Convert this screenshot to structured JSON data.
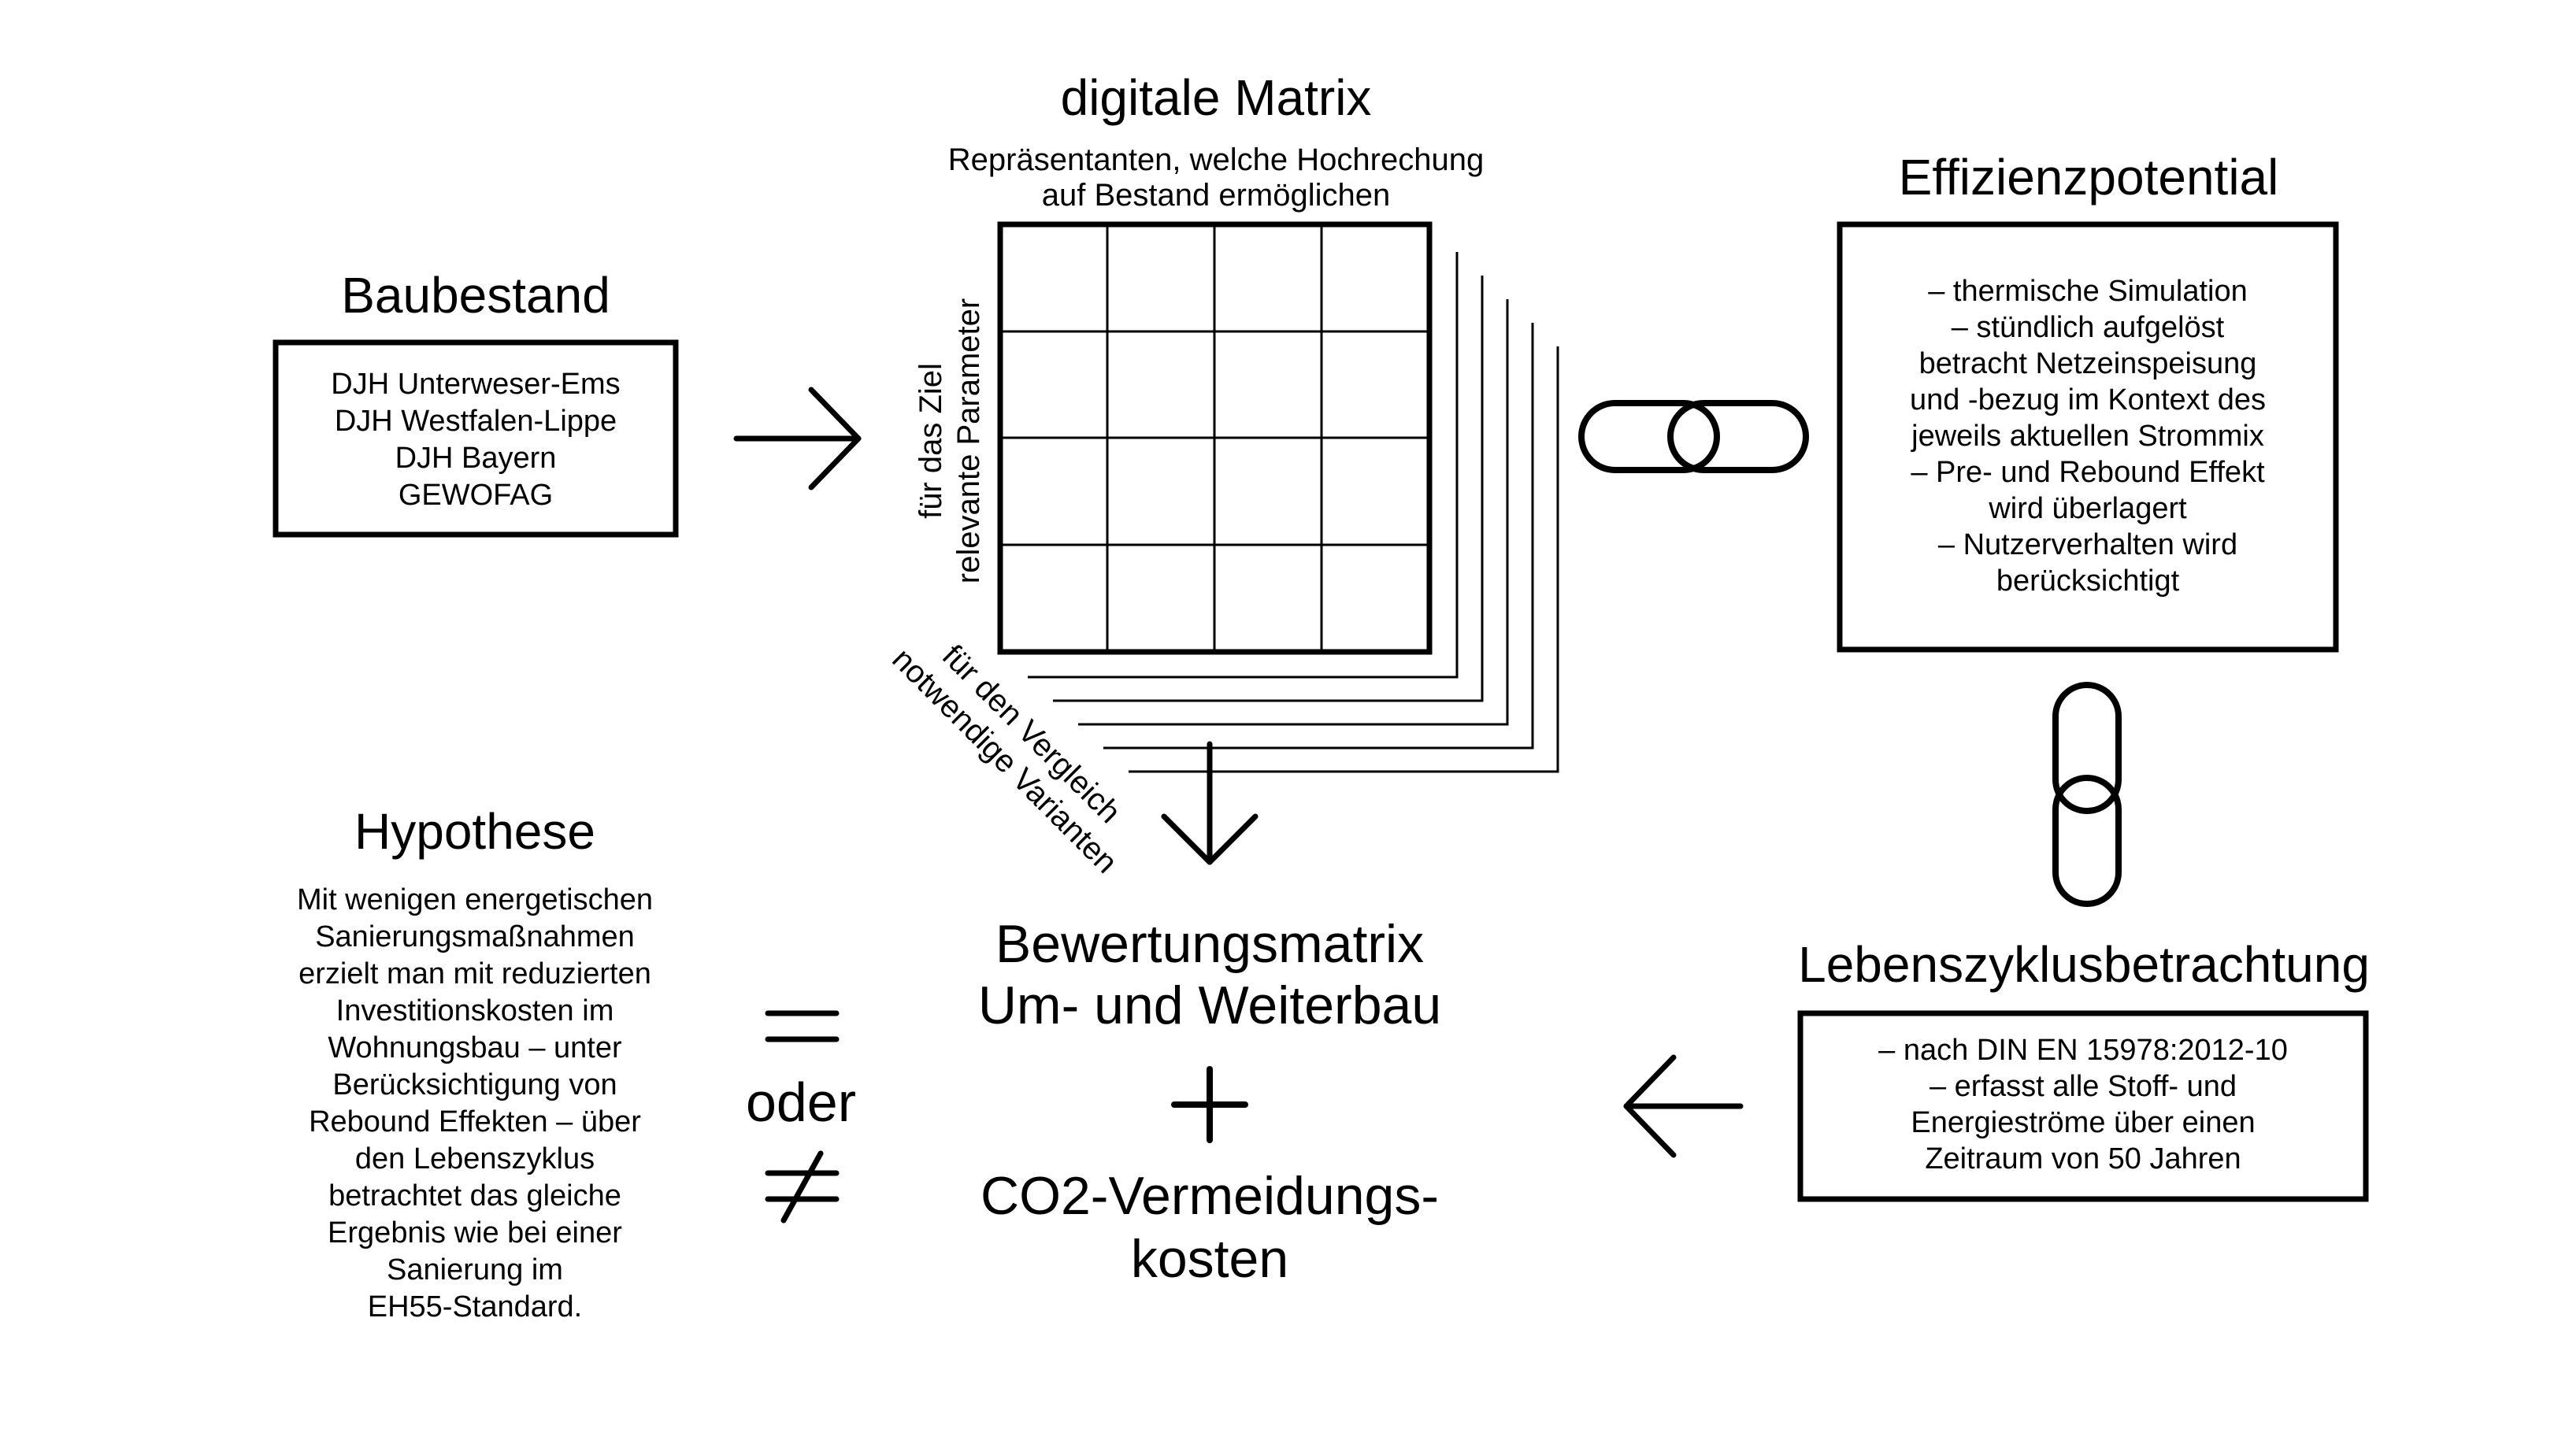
{
  "matrix": {
    "title": "digitale Matrix",
    "subtitle_lines": [
      "Repräsentanten, welche Hochrechung",
      "auf Bestand ermöglichen"
    ],
    "y_label_lines": [
      "für das Ziel",
      "relevante Parameter"
    ],
    "x_label_lines": [
      "für den Vergleich",
      "notwendige Varianten"
    ]
  },
  "baubestand": {
    "title": "Baubestand",
    "lines": [
      "DJH Unterweser-Ems",
      "DJH Westfalen-Lippe",
      "DJH Bayern",
      "GEWOFAG"
    ]
  },
  "effizienz": {
    "title": "Effizienzpotential",
    "lines": [
      "– thermische Simulation",
      "– stündlich aufgelöst",
      "betracht Netzeinspeisung",
      "und -bezug im Kontext des",
      "jeweils aktuellen Strommix",
      "– Pre- und Rebound Effekt",
      "wird überlagert",
      "– Nutzerverhalten wird",
      "berücksichtigt"
    ]
  },
  "lebenszyklus": {
    "title": "Lebenszyklusbetrachtung",
    "lines": [
      "– nach DIN EN 15978:2012-10",
      "– erfasst alle Stoff- und",
      "Energieströme über einen",
      "Zeitraum von 50 Jahren"
    ]
  },
  "hypothese": {
    "title": "Hypothese",
    "lines": [
      "Mit wenigen energetischen",
      "Sanierungsmaßnahmen",
      "erzielt man mit reduzierten",
      "Investitionskosten im",
      "Wohnungsbau – unter",
      "Berücksichtigung von",
      "Rebound Effekten – über",
      "den Lebenszyklus",
      "betrachtet das gleiche",
      "Ergebnis wie bei einer",
      "Sanierung im",
      "EH55-Standard."
    ]
  },
  "comparison": {
    "equals": "=",
    "oder": "oder",
    "not_equals": "≠"
  },
  "bewertung": {
    "lines": [
      "Bewertungsmatrix",
      "Um- und Weiterbau"
    ],
    "plus": "+",
    "co2_lines": [
      "CO2-Vermeidungs-",
      "kosten"
    ]
  },
  "icons": [
    "arrow-right-icon",
    "arrow-down-icon",
    "arrow-left-icon",
    "chain-link-horizontal-icon",
    "chain-link-vertical-icon"
  ]
}
